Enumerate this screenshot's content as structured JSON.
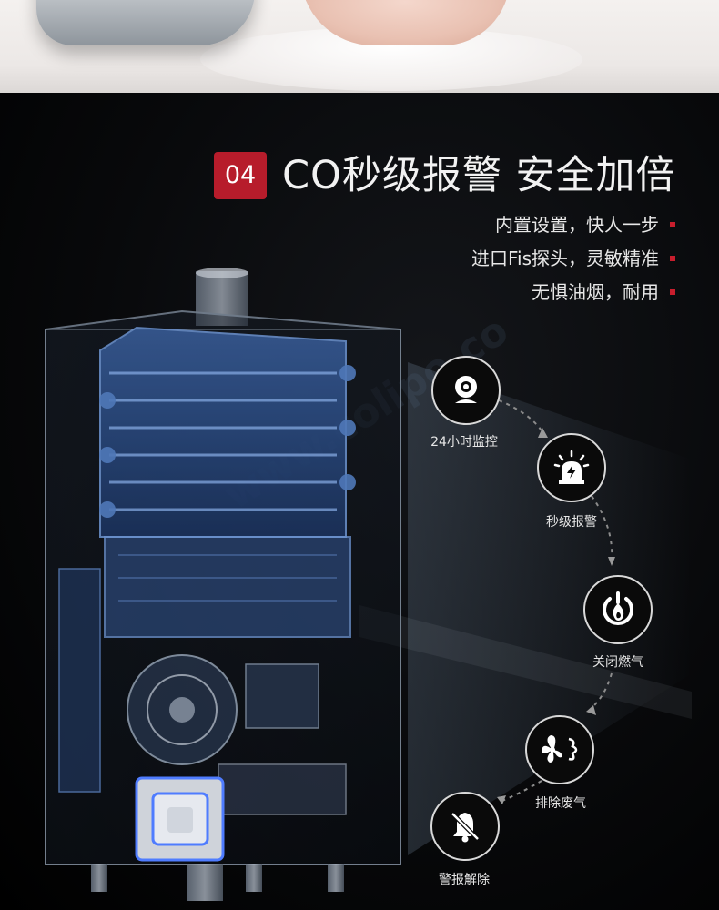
{
  "section": {
    "number": "04",
    "title": "CO秒级报警 安全加倍",
    "accent_color": "#b71c2b"
  },
  "features": [
    {
      "label": "内置设置，快人一步"
    },
    {
      "label": "进口Fis探头，灵敏精准"
    },
    {
      "label": "无惧油烟，耐用"
    }
  ],
  "steps": [
    {
      "label": "24小时监控",
      "icon": "camera-monitor-icon"
    },
    {
      "label": "秒级报警",
      "icon": "alarm-siren-icon"
    },
    {
      "label": "关闭燃气",
      "icon": "gas-off-icon"
    },
    {
      "label": "排除废气",
      "icon": "exhaust-fan-icon"
    },
    {
      "label": "警报解除",
      "icon": "bell-off-icon"
    }
  ]
}
